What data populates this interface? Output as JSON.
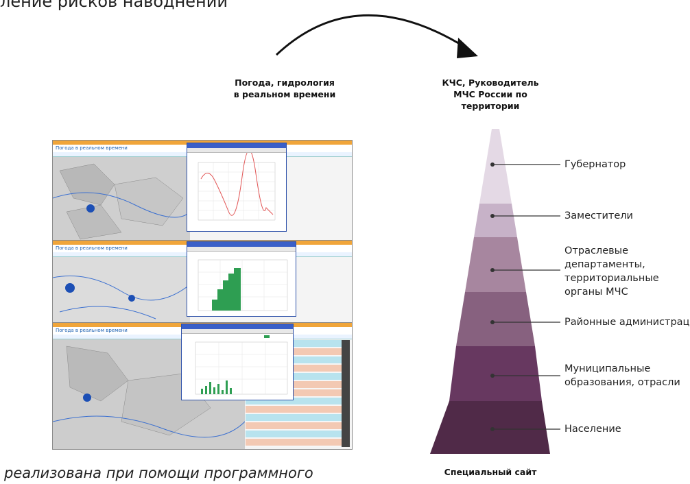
{
  "header": {
    "partial_text": "ление рисков наводнений"
  },
  "flow": {
    "source_label_line1": "Погода, гидрология",
    "source_label_line2": "в реальном времени",
    "target_label_line1": "КЧС, Руководитель",
    "target_label_line2": "МЧС России по",
    "target_label_line3": "территории"
  },
  "screenshots": {
    "title": "Погода в реальном времени"
  },
  "pyramid": {
    "levels": [
      {
        "lines": [
          "Губернатор"
        ],
        "color": "#e4d9e5"
      },
      {
        "lines": [
          "Заместители"
        ],
        "color": "#c7b2c8"
      },
      {
        "lines": [
          "Отраслевые",
          "департаменты,",
          "территориальные",
          "органы МЧС"
        ],
        "color": "#a7869f"
      },
      {
        "lines": [
          "Районные администрац"
        ],
        "color": "#87617f"
      },
      {
        "lines": [
          "Муниципальные",
          "образования, отрасли"
        ],
        "color": "#673860"
      },
      {
        "lines": [
          "Население"
        ],
        "color": "#502a48"
      }
    ],
    "base_label": "Специальный сайт"
  },
  "footer": {
    "partial_text": "реализована при помощи программного"
  }
}
